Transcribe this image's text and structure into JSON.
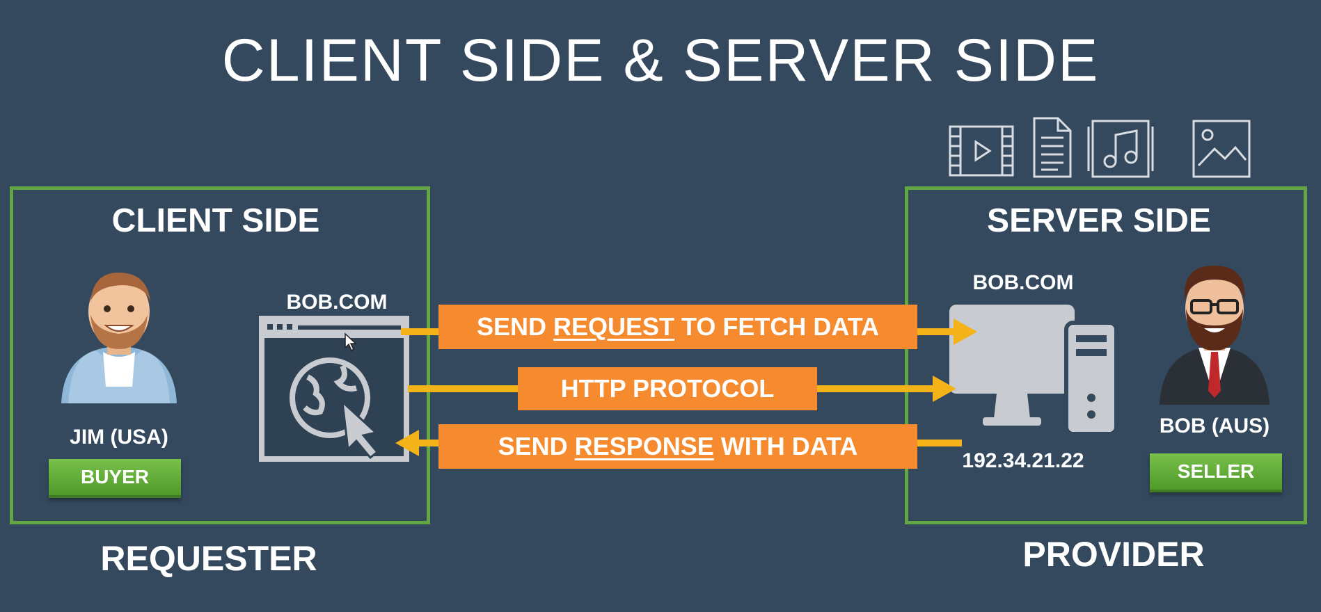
{
  "title": "CLIENT SIDE & SERVER SIDE",
  "client": {
    "heading": "CLIENT SIDE",
    "person_name": "JIM (USA)",
    "role": "BUYER",
    "browser_label": "BOB.COM",
    "bottom_label": "REQUESTER"
  },
  "server": {
    "heading": "SERVER SIDE",
    "computer_label": "BOB.COM",
    "ip_address": "192.34.21.22",
    "person_name": "BOB (AUS)",
    "role": "SELLER",
    "bottom_label": "PROVIDER"
  },
  "messages": {
    "request": {
      "prefix": "SEND ",
      "emphasis": "REQUEST",
      "suffix": " TO FETCH DATA"
    },
    "protocol": "HTTP PROTOCOL",
    "response": {
      "prefix": "SEND ",
      "emphasis": "RESPONSE",
      "suffix": " WITH DATA"
    }
  },
  "media_icons": [
    "video-icon",
    "document-icon",
    "music-icon",
    "image-icon"
  ],
  "colors": {
    "background": "#34495e",
    "box_border": "#62a744",
    "message_bar": "#f68a2e",
    "arrow": "#f5b31a",
    "badge": "#5da936"
  }
}
